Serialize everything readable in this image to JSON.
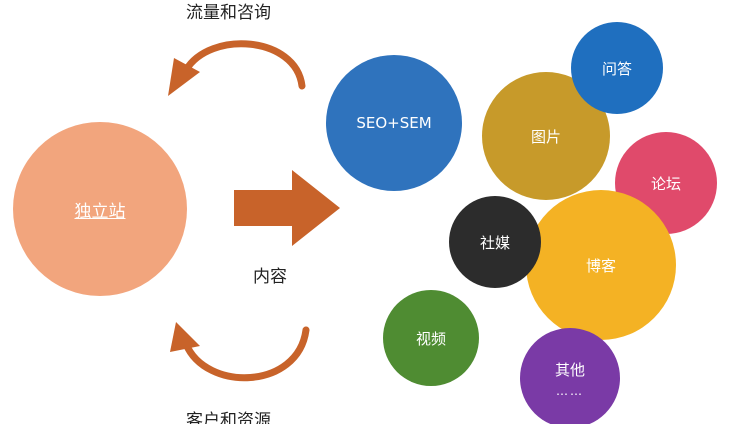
{
  "captions": {
    "top": "流量和咨询",
    "middle": "内容",
    "bottom": "客户和资源"
  },
  "nodes": {
    "main": {
      "label": "独立站"
    },
    "seo": {
      "label": "SEO+SEM"
    },
    "qa": {
      "label": "问答"
    },
    "images": {
      "label": "图片"
    },
    "forum": {
      "label": "论坛"
    },
    "social": {
      "label": "社媒"
    },
    "blog": {
      "label": "博客"
    },
    "video": {
      "label": "视频"
    },
    "other": {
      "label": "其他",
      "sub": "……"
    }
  },
  "colors": {
    "arrow": "#c8632a",
    "main": "#f2a57d",
    "seo": "#2f73bd",
    "qa": "#1f6fbf",
    "images": "#c79a2a",
    "forum": "#e04a6b",
    "social": "#2c2c2c",
    "blog": "#f4b224",
    "video": "#4f8c32",
    "other": "#7a3aa6"
  },
  "icons": {
    "top_arrow": "curved-arrow-left-icon",
    "bottom_arrow": "curved-arrow-left-icon",
    "middle_arrow": "right-arrow-icon"
  }
}
